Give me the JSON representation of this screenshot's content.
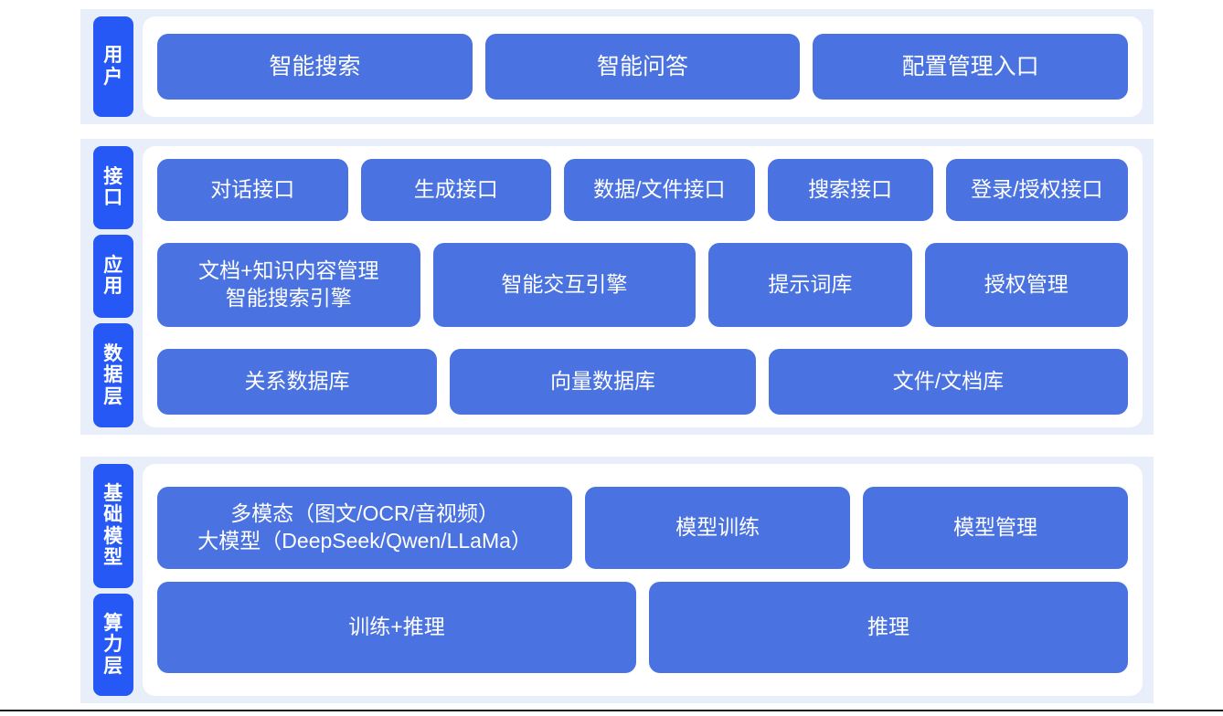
{
  "colors": {
    "band_background": "#e9effa",
    "card_background": "#ffffff",
    "label_chip": "#2558f5",
    "box_fill": "#4a72e0",
    "box_text": "#ffffff",
    "page_background": "#ffffff",
    "bottom_rule": "#1a1a1a"
  },
  "sections": [
    {
      "id": "user",
      "labels": [
        "用户"
      ],
      "rows": [
        {
          "id": "user-entries",
          "boxes": [
            "智能搜索",
            "智能问答",
            "配置管理入口"
          ]
        }
      ]
    },
    {
      "id": "middle",
      "labels": [
        "接口",
        "应用",
        "数据层"
      ],
      "rows": [
        {
          "id": "api-row",
          "boxes": [
            "对话接口",
            "生成接口",
            "数据/文件接口",
            "搜索接口",
            "登录/授权接口"
          ]
        },
        {
          "id": "app-row",
          "boxes": [
            "文档+知识内容管理\n智能搜索引擎",
            "智能交互引擎",
            "提示词库",
            "授权管理"
          ]
        },
        {
          "id": "data-row",
          "boxes": [
            "关系数据库",
            "向量数据库",
            "文件/文档库"
          ]
        }
      ]
    },
    {
      "id": "bottom",
      "labels": [
        "基础模型",
        "算力层"
      ],
      "rows": [
        {
          "id": "model-row",
          "boxes": [
            "多模态（图文/OCR/音视频）\n大模型（DeepSeek/Qwen/LLaMa）",
            "模型训练",
            "模型管理"
          ]
        },
        {
          "id": "compute-row",
          "boxes": [
            "训练+推理",
            "推理"
          ]
        }
      ]
    }
  ]
}
